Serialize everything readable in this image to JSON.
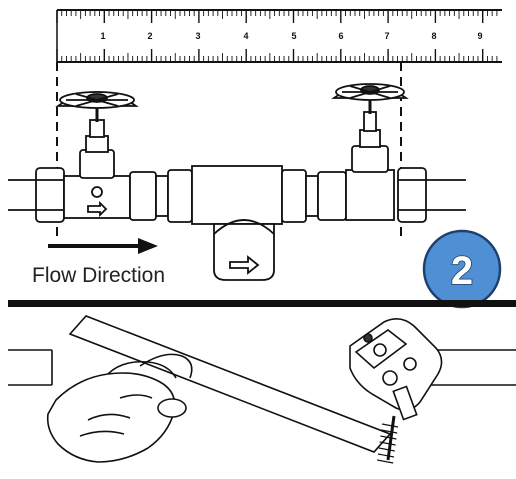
{
  "ruler": {
    "tick_labels": [
      "1",
      "2",
      "3",
      "4",
      "5",
      "6",
      "7",
      "8",
      "9"
    ]
  },
  "flow_label": "Flow Direction",
  "step_badge": {
    "number": "2",
    "fill_color": "#4f8fd4",
    "stroke_color": "#1f3f6e"
  },
  "icons": [
    "gate-valve-icon",
    "tee-fitting-icon",
    "tube-cutter-icon",
    "hand-icon",
    "flow-arrow-icon"
  ]
}
